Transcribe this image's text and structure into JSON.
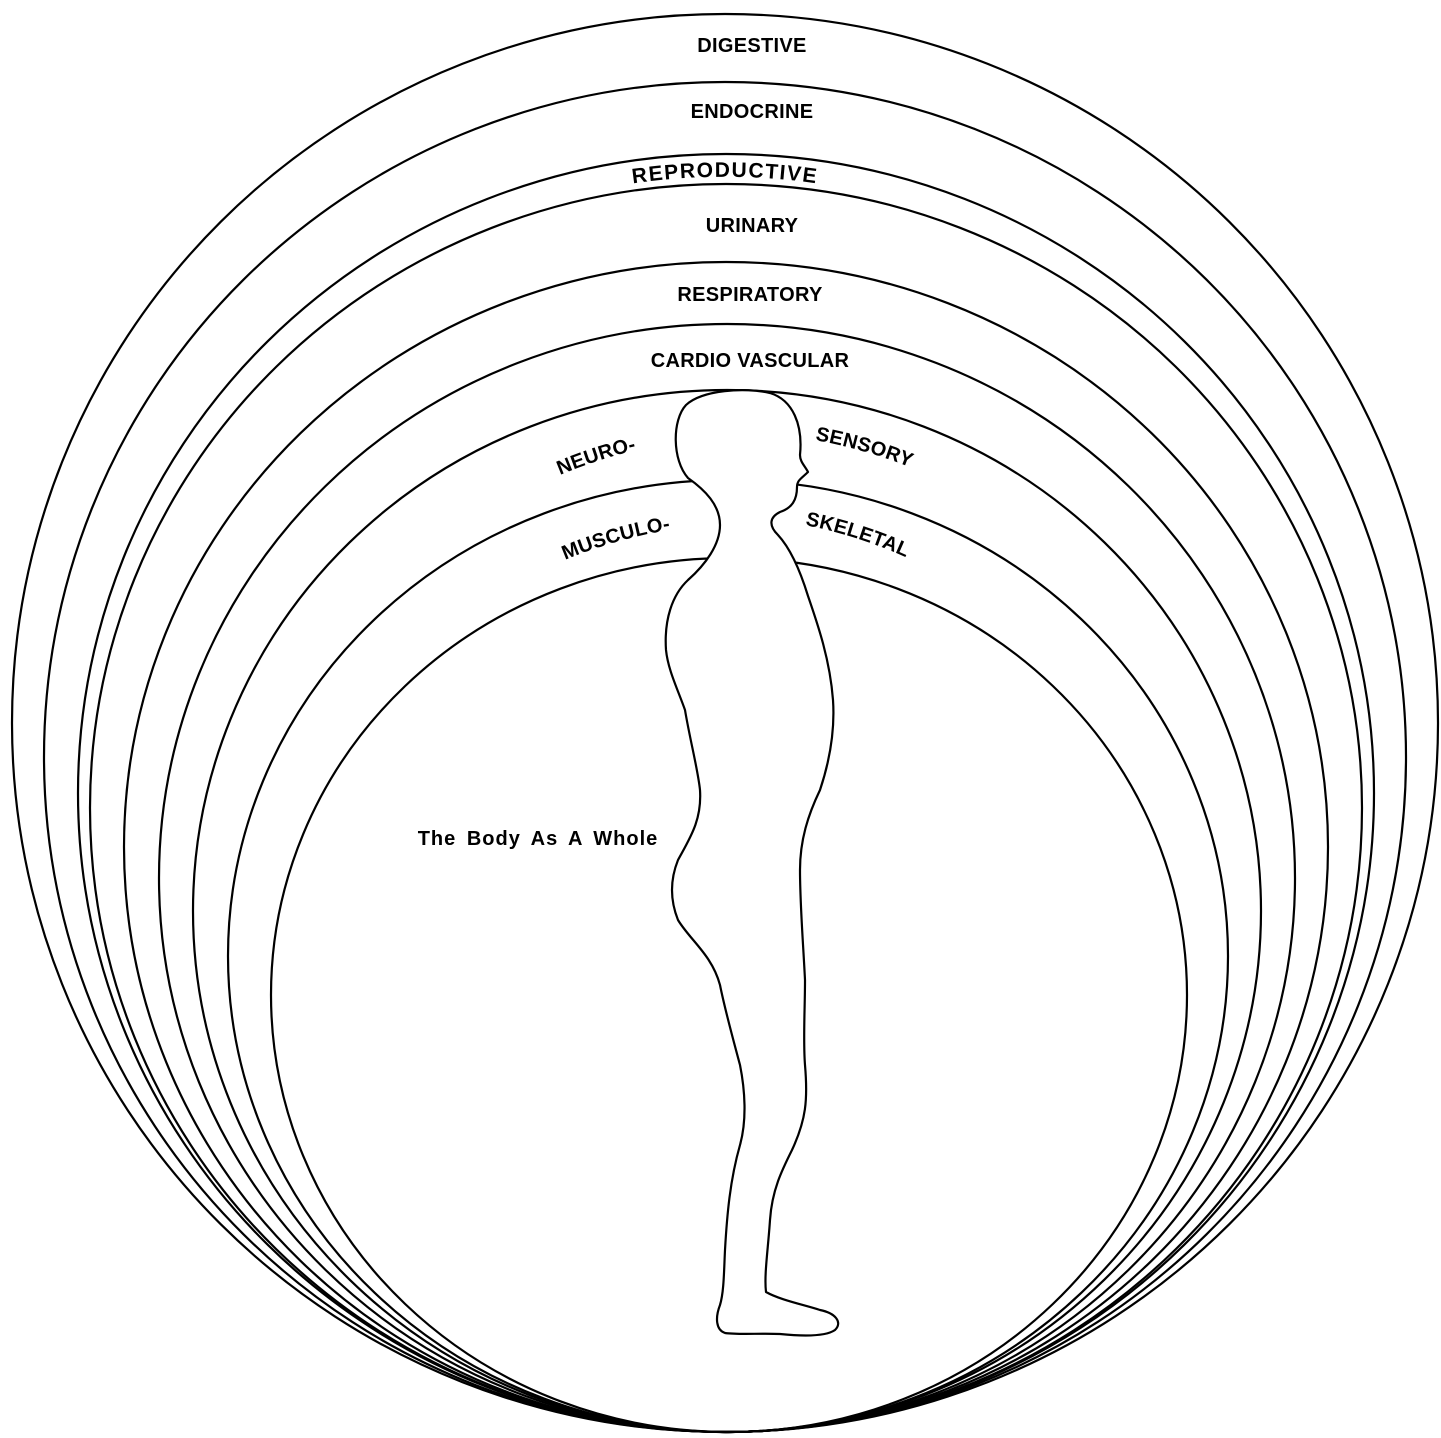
{
  "layers": [
    {
      "id": "digestive",
      "label": "DIGESTIVE"
    },
    {
      "id": "endocrine",
      "label": "ENDOCRINE"
    },
    {
      "id": "reproductive",
      "label": "REPRODUCTIVE"
    },
    {
      "id": "urinary",
      "label": "URINARY"
    },
    {
      "id": "respiratory",
      "label": "RESPIRATORY"
    },
    {
      "id": "cardio-vascular",
      "label": "CARDIO VASCULAR"
    },
    {
      "id": "neurosensory",
      "label_left": "NEURO-",
      "label_right": "SENSORY"
    },
    {
      "id": "musculoskeletal",
      "label_left": "MUSCULO-",
      "label_right": "SKELETAL"
    }
  ],
  "center": {
    "label": "The Body As A Whole"
  }
}
